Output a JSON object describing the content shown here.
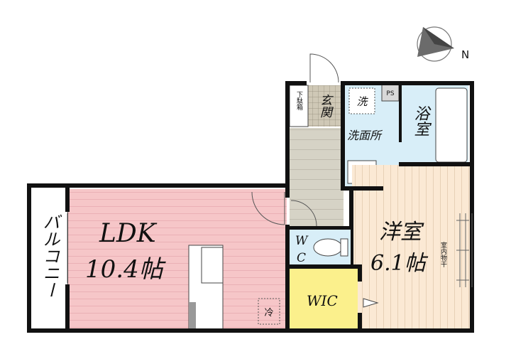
{
  "compass": {
    "north_label": "N"
  },
  "rooms": {
    "ldk": {
      "name": "LDK",
      "size": "10.4帖",
      "color": "#f6c6c8"
    },
    "western": {
      "name": "洋室",
      "size": "6.1帖",
      "color": "#fbe9d4"
    },
    "wic": {
      "name": "WIC",
      "color": "#fbf08c"
    },
    "bath": {
      "name": "浴室",
      "color": "#d8eef8"
    },
    "washroom": {
      "name": "洗面所",
      "color": "#d8eef8"
    },
    "wc": {
      "name_top": "W",
      "name_bottom": "C",
      "color": "#d8eef8"
    },
    "entrance": {
      "name": "玄関"
    },
    "shoe_box": {
      "name": "下駄箱"
    },
    "hall": {
      "color": "#d6d3c6"
    },
    "balcony": {
      "name": "バルコニー"
    }
  },
  "fixtures": {
    "washer": "洗",
    "ps": "PS",
    "fridge": "冷",
    "drying": "室内物干"
  }
}
